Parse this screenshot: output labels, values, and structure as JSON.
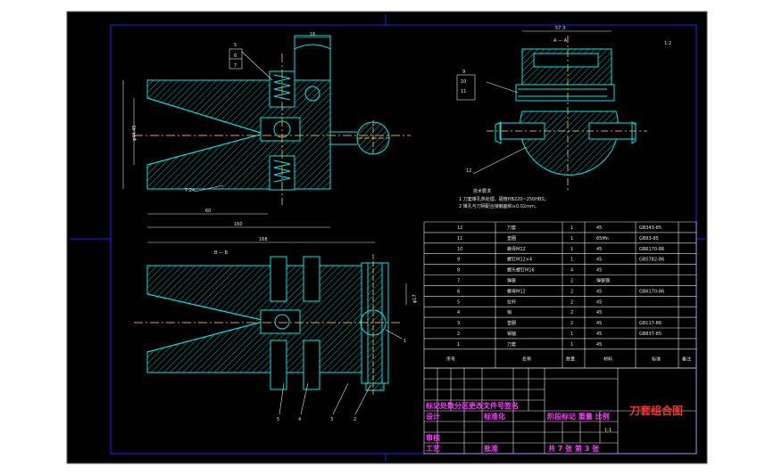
{
  "title_block": {
    "drawing_title": "刀套组合图",
    "revision_header": "标记处数分区更改文件号签名",
    "row_design": "设计",
    "row_standardization": "标准化",
    "row_review": "审核",
    "row_process": "工艺",
    "row_approve": "批准",
    "stage_labels": "阶段标记 重量 比例",
    "scale": "1:1",
    "sheet_info": "共 7 张 第 3 张"
  },
  "bom": {
    "header": {
      "no": "序号",
      "name": "名称",
      "qty": "数量",
      "material": "材料",
      "standard": "标准",
      "note": "备注"
    },
    "rows": [
      {
        "no": "12",
        "name": "刀套",
        "qty": "1",
        "material": "45",
        "standard": "GB343-85"
      },
      {
        "no": "11",
        "name": "垫圈",
        "qty": "1",
        "material": "65Mn",
        "standard": "GB93-85"
      },
      {
        "no": "10",
        "name": "螺母M12",
        "qty": "1",
        "material": "45",
        "standard": "GB6170-86"
      },
      {
        "no": "9",
        "name": "螺钉M12×4",
        "qty": "1",
        "material": "45",
        "standard": "GB5782-86"
      },
      {
        "no": "8",
        "name": "螺头螺钉M16",
        "qty": "4",
        "material": "45",
        "standard": ""
      },
      {
        "no": "7",
        "name": "弹簧",
        "qty": "2",
        "material": "弹簧钢",
        "standard": ""
      },
      {
        "no": "6",
        "name": "螺母M12",
        "qty": "2",
        "material": "45",
        "standard": "GB6170-86"
      },
      {
        "no": "5",
        "name": "拉杆",
        "qty": "2",
        "material": "45",
        "standard": ""
      },
      {
        "no": "4",
        "name": "销",
        "qty": "2",
        "material": "45",
        "standard": ""
      },
      {
        "no": "3",
        "name": "垫圈",
        "qty": "2",
        "material": "45",
        "standard": "GB117-86"
      },
      {
        "no": "2",
        "name": "销轴",
        "qty": "1",
        "material": "45",
        "standard": "GB837-85"
      },
      {
        "no": "1",
        "name": "刀套",
        "qty": "1",
        "material": "45",
        "standard": ""
      }
    ]
  },
  "tech_notes": {
    "heading": "技术要求",
    "line1": "1 刀套锥孔热处理，硬度HB220~250HBS；",
    "line2": "2 锥孔与刀柄配合接触面积≥0.02mm。"
  },
  "dimensions": {
    "d_width_top": "16",
    "d_60": "60",
    "d_160": "160",
    "d_168": "168",
    "d_57_3": "57.3",
    "d_taper": "7:24",
    "d_phi": "φ44.45",
    "d_bottom": "φ17",
    "section_aa": "A — A",
    "section_bb": "B — B",
    "angle_note": "1:2"
  },
  "callouts": {
    "top_5": "5",
    "top_6": "6",
    "top_7": "7",
    "right_9": "9",
    "right_10": "10",
    "right_11": "11",
    "right_12": "12",
    "bottom_1": "1",
    "bottom_2": "2",
    "bottom_3": "3",
    "bottom_4": "4",
    "bottom_5": "5"
  },
  "colors": {
    "paper": "#000000",
    "frame": "#2020ff",
    "outline": "#00e5e5",
    "hatch": "#00e5e5",
    "text": "#e8e8e8",
    "title_text": "#ff3cff",
    "title_red": "#ff3030",
    "center_line": "#e0a040"
  }
}
